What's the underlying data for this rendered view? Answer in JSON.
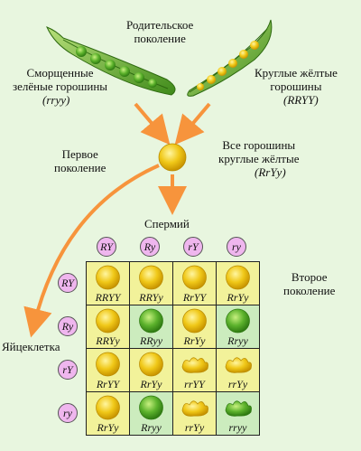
{
  "parental": "Родительское\nпоколение",
  "wrinkled_green": {
    "text": "Сморщенные\nзелёные горошины",
    "genotype": "(rryy)"
  },
  "round_yellow": {
    "text": "Круглые жёлтые\nгорошины",
    "genotype": "(RRYY)"
  },
  "first_generation": "Первое\nпоколение",
  "all_peas": {
    "text": "Все горошины\nкруглые жёлтые",
    "genotype": "(RrYy)"
  },
  "sperm": "Спермий",
  "egg": "Яйцеклетка",
  "second_generation": "Второе\nпоколение",
  "sperm_gametes": [
    "RY",
    "Ry",
    "rY",
    "ry"
  ],
  "egg_gametes": [
    "RY",
    "Ry",
    "rY",
    "ry"
  ],
  "colors": {
    "background": "#e8f6df",
    "cell_yellow": "#f2f29a",
    "cell_green": "#ccecbe",
    "gamete": "#efb6ee",
    "arrow": "#f7943c",
    "pea_yellow": "#f0c818",
    "pea_green": "#5cb22c"
  },
  "cells": [
    [
      {
        "genotype": "RRYY",
        "pea": "yellow-round"
      },
      {
        "genotype": "RRYy",
        "pea": "yellow-round"
      },
      {
        "genotype": "RrYY",
        "pea": "yellow-round"
      },
      {
        "genotype": "RrYy",
        "pea": "yellow-round"
      }
    ],
    [
      {
        "genotype": "RRYy",
        "pea": "yellow-round"
      },
      {
        "genotype": "RRyy",
        "pea": "green-round"
      },
      {
        "genotype": "RrYy",
        "pea": "yellow-round"
      },
      {
        "genotype": "Rryy",
        "pea": "green-round"
      }
    ],
    [
      {
        "genotype": "RrYY",
        "pea": "yellow-round"
      },
      {
        "genotype": "RrYy",
        "pea": "yellow-round"
      },
      {
        "genotype": "rrYY",
        "pea": "yellow-wrinkled"
      },
      {
        "genotype": "rrYy",
        "pea": "yellow-wrinkled"
      }
    ],
    [
      {
        "genotype": "RrYy",
        "pea": "yellow-round"
      },
      {
        "genotype": "Rryy",
        "pea": "green-round"
      },
      {
        "genotype": "rrYy",
        "pea": "yellow-wrinkled"
      },
      {
        "genotype": "rryy",
        "pea": "green-wrinkled"
      }
    ]
  ]
}
